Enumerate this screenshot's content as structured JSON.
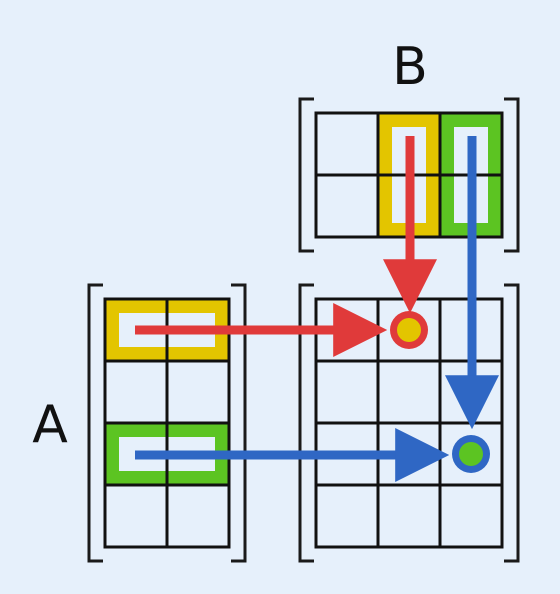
{
  "labels": {
    "a": "A",
    "b": "B"
  },
  "matrices": {
    "a": {
      "rows": 4,
      "cols": 2
    },
    "b": {
      "rows": 2,
      "cols": 3
    },
    "c": {
      "rows": 4,
      "cols": 3
    }
  },
  "highlights": [
    {
      "matrix": "a",
      "kind": "row",
      "index": 0,
      "color": "#e3c500"
    },
    {
      "matrix": "a",
      "kind": "row",
      "index": 2,
      "color": "#5cc422"
    },
    {
      "matrix": "b",
      "kind": "column",
      "index": 1,
      "color": "#e3c500"
    },
    {
      "matrix": "b",
      "kind": "column",
      "index": 2,
      "color": "#5cc422"
    }
  ],
  "result_cells": [
    {
      "row": 0,
      "col": 1,
      "fill": "#e3c500",
      "ring": "#e03a3a"
    },
    {
      "row": 2,
      "col": 2,
      "fill": "#5cc422",
      "ring": "#2f67c4"
    }
  ],
  "arrow_colors": {
    "red": "#e03a3a",
    "blue": "#2f67c4"
  },
  "bracket_color": "#1a1a1a",
  "grid_color": "#111111"
}
